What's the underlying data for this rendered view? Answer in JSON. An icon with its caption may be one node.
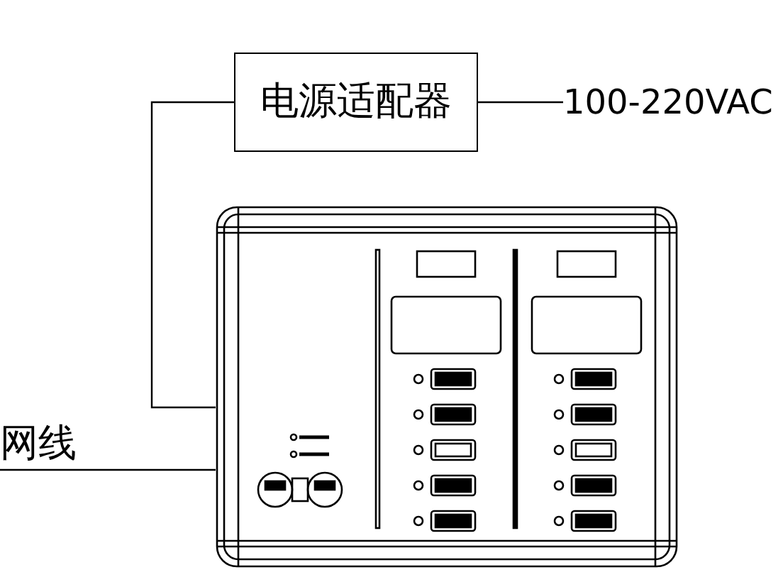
{
  "diagram": {
    "nodes": [
      {
        "text": [
          "电源适配器"
        ]
      },
      {
        "text": [
          "100-220VAC"
        ]
      },
      {
        "text": [],
        "shape": "box"
      },
      {
        "text": [
          "网线"
        ]
      }
    ],
    "edges": [
      {
        "from": 1,
        "to": 0,
        "arrow": "none"
      },
      {
        "from": 0,
        "to": 2,
        "arrow": "none"
      },
      {
        "from": 3,
        "to": 2,
        "arrow": "none"
      }
    ]
  }
}
